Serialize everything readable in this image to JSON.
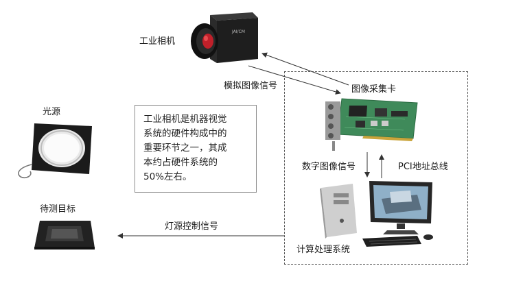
{
  "nodes": {
    "camera": {
      "label": "工业相机",
      "brand": "JAI/CM"
    },
    "light_source": {
      "label": "光源"
    },
    "target": {
      "label": "待测目标"
    },
    "capture_card": {
      "label": "图像采集卡"
    },
    "computer": {
      "label": "计算处理系统"
    }
  },
  "edges": {
    "analog_signal": {
      "label": "模拟图像信号"
    },
    "digital_signal": {
      "label": "数字图像信号"
    },
    "pci_bus": {
      "label": "PCI地址总线"
    },
    "light_control": {
      "label": "灯源控制信号"
    }
  },
  "note": {
    "lines": [
      "工业相机是机器视觉",
      "系统的硬件构成中的",
      "重要环节之一，其成",
      "本约占硬件系统的",
      "50%左右。"
    ]
  },
  "colors": {
    "line": "#333333",
    "dashed_border": "#555555",
    "pcb_green": "#3f8a5a",
    "lens_red": "#c0202a"
  }
}
